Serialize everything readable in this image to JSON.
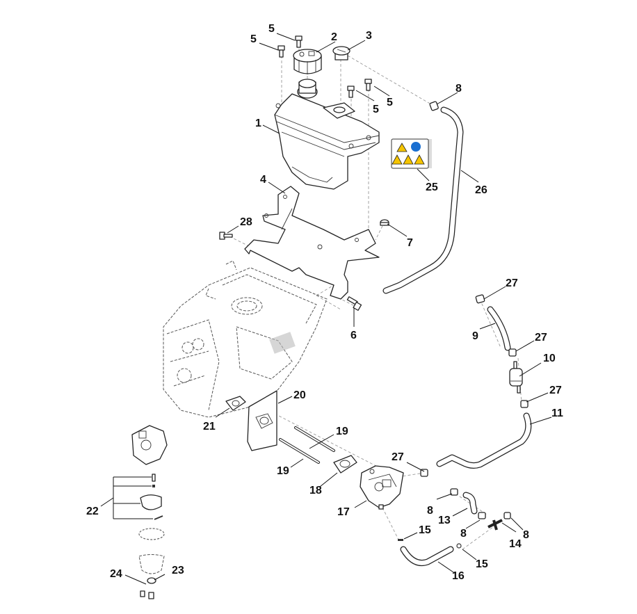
{
  "diagram": {
    "title": "Fuel system exploded parts diagram",
    "callouts": [
      {
        "id": "c1",
        "label": "1"
      },
      {
        "id": "c2",
        "label": "2"
      },
      {
        "id": "c3",
        "label": "3"
      },
      {
        "id": "c4",
        "label": "4"
      },
      {
        "id": "c5a",
        "label": "5"
      },
      {
        "id": "c5b",
        "label": "5"
      },
      {
        "id": "c5c",
        "label": "5"
      },
      {
        "id": "c5d",
        "label": "5"
      },
      {
        "id": "c6",
        "label": "6"
      },
      {
        "id": "c7",
        "label": "7"
      },
      {
        "id": "c8a",
        "label": "8"
      },
      {
        "id": "c8b",
        "label": "8"
      },
      {
        "id": "c8c",
        "label": "8"
      },
      {
        "id": "c8d",
        "label": "8"
      },
      {
        "id": "c9",
        "label": "9"
      },
      {
        "id": "c10",
        "label": "10"
      },
      {
        "id": "c11",
        "label": "11"
      },
      {
        "id": "c13",
        "label": "13"
      },
      {
        "id": "c14",
        "label": "14"
      },
      {
        "id": "c15a",
        "label": "15"
      },
      {
        "id": "c15b",
        "label": "15"
      },
      {
        "id": "c16",
        "label": "16"
      },
      {
        "id": "c17",
        "label": "17"
      },
      {
        "id": "c18",
        "label": "18"
      },
      {
        "id": "c19a",
        "label": "19"
      },
      {
        "id": "c19b",
        "label": "19"
      },
      {
        "id": "c20",
        "label": "20"
      },
      {
        "id": "c21",
        "label": "21"
      },
      {
        "id": "c22",
        "label": "22"
      },
      {
        "id": "c23",
        "label": "23"
      },
      {
        "id": "c24",
        "label": "24"
      },
      {
        "id": "c25",
        "label": "25"
      },
      {
        "id": "c26",
        "label": "26"
      },
      {
        "id": "c27a",
        "label": "27"
      },
      {
        "id": "c27b",
        "label": "27"
      },
      {
        "id": "c27c",
        "label": "27"
      },
      {
        "id": "c27d",
        "label": "27"
      },
      {
        "id": "c28",
        "label": "28"
      }
    ],
    "parts": {
      "1": "fuel-tank",
      "2": "fuel-cap",
      "3": "vent-cap",
      "4": "tank-bracket",
      "5": "bolt",
      "6": "bolt",
      "7": "nut",
      "8": "hose-clamp",
      "9": "fuel-hose",
      "10": "fuel-filter",
      "11": "fuel-hose",
      "13": "hose",
      "14": "t-connector",
      "15": "clip",
      "16": "hose",
      "17": "carburetor",
      "18": "gasket",
      "19": "stud",
      "20": "insulator-plate",
      "21": "gasket",
      "22": "carburetor-kit",
      "23": "seal-ring",
      "24": "screw",
      "25": "warning-label",
      "26": "vent-hose",
      "27": "hose-clamp",
      "28": "bolt"
    },
    "colors": {
      "warning_yellow": "#f5c400",
      "mandatory_blue": "#1a6fd1",
      "line": "#222222",
      "phantom": "#999999"
    }
  }
}
